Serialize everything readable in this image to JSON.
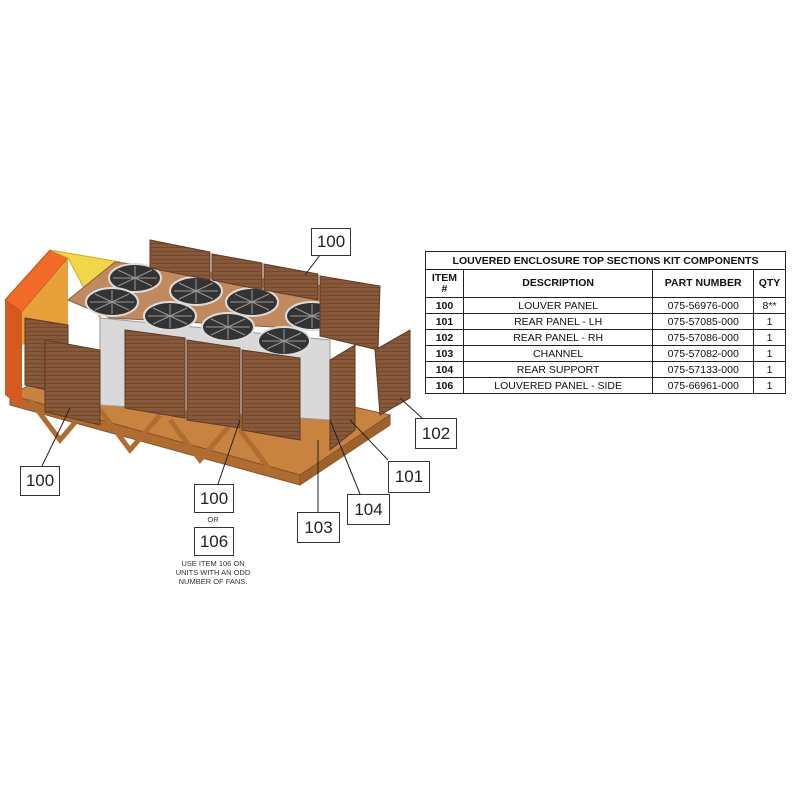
{
  "table": {
    "title": "LOUVERED ENCLOSURE TOP SECTIONS KIT COMPONENTS",
    "headers": {
      "item_line1": "ITEM",
      "item_line2": "#",
      "description": "DESCRIPTION",
      "part_number": "PART NUMBER",
      "qty": "QTY"
    },
    "rows": [
      {
        "item": "100",
        "description": "LOUVER PANEL",
        "part_number": "075-56976-000",
        "qty": "8**"
      },
      {
        "item": "101",
        "description": "REAR PANEL - LH",
        "part_number": "075-57085-000",
        "qty": "1"
      },
      {
        "item": "102",
        "description": "REAR PANEL - RH",
        "part_number": "075-57086-000",
        "qty": "1"
      },
      {
        "item": "103",
        "description": "CHANNEL",
        "part_number": "075-57082-000",
        "qty": "1"
      },
      {
        "item": "104",
        "description": "REAR SUPPORT",
        "part_number": "075-57133-000",
        "qty": "1"
      },
      {
        "item": "106",
        "description": "LOUVERED PANEL - SIDE",
        "part_number": "075-66961-000",
        "qty": "1"
      }
    ]
  },
  "callouts": {
    "top_louver": "100",
    "left_louver": "100",
    "front_louver": "100",
    "or_text": "OR",
    "side_panel": "106",
    "rear_panel_rh": "102",
    "rear_panel_lh": "101",
    "rear_support": "104",
    "channel": "103"
  },
  "note": {
    "line1": "USE ITEM 106 ON",
    "line2": "UNITS WITH AN ODD",
    "line3": "NUMBER OF FANS."
  },
  "colors": {
    "panel": "#8a5a3c",
    "frame": "#b8763e",
    "orange_end": "#f06a2a",
    "yellow_end": "#f2d64a",
    "fan_deck": "#c08a5e"
  }
}
